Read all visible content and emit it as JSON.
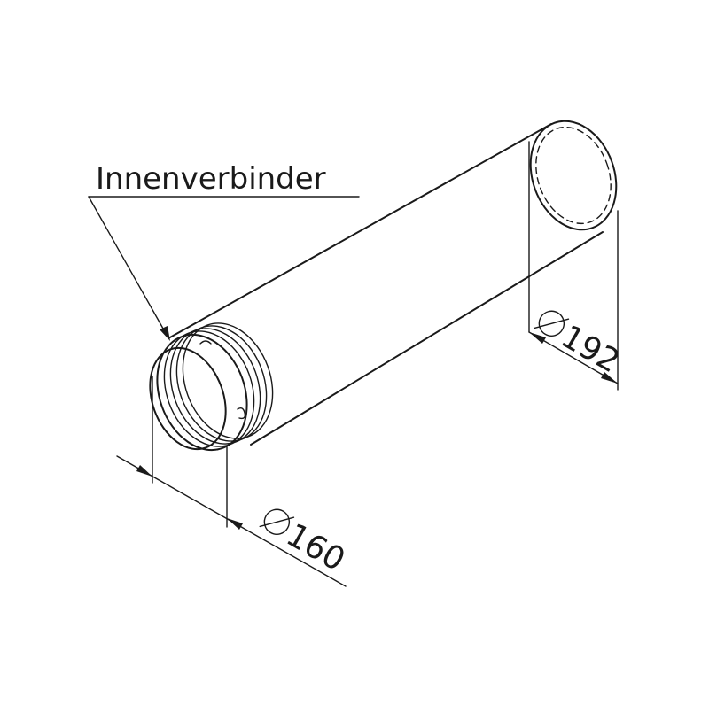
{
  "labels": {
    "connector": "Innenverbinder",
    "outer_diameter": "192",
    "inner_diameter": "160"
  },
  "colors": {
    "line": "#1a1a1a",
    "background": "#ffffff"
  }
}
